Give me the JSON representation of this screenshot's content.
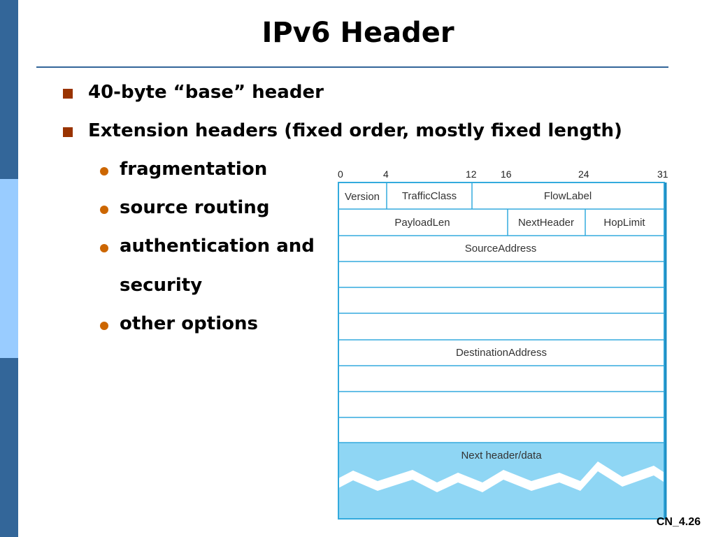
{
  "slide": {
    "title": "IPv6 Header",
    "footer": "CN_4.26"
  },
  "bullets": [
    {
      "text": "40-byte “base” header",
      "level": 1
    },
    {
      "text": "Extension headers (fixed order, mostly fixed length)",
      "level": 1
    },
    {
      "text": "fragmentation",
      "level": 2
    },
    {
      "text": "source routing",
      "level": 2
    },
    {
      "text": "authentication and",
      "level": 2
    },
    {
      "text": "security",
      "level": 2,
      "continuation": true
    },
    {
      "text": "other options",
      "level": 2
    }
  ],
  "diagram": {
    "bit_labels": [
      "0",
      "4",
      "12",
      "16",
      "24",
      "31"
    ],
    "fields": {
      "version": "Version",
      "traffic_class": "TrafficClass",
      "flow_label": "FlowLabel",
      "payload_len": "PayloadLen",
      "next_header": "NextHeader",
      "hop_limit": "HopLimit",
      "source_address": "SourceAddress",
      "destination_address": "DestinationAddress",
      "next_header_data": "Next header/data"
    },
    "colors": {
      "border": "#33aadd",
      "data_fill": "#8fd6f4",
      "bullet_square": "#993300",
      "bullet_dot": "#cc6600",
      "sidebar_dark": "#336699",
      "sidebar_light": "#99ccff"
    }
  }
}
